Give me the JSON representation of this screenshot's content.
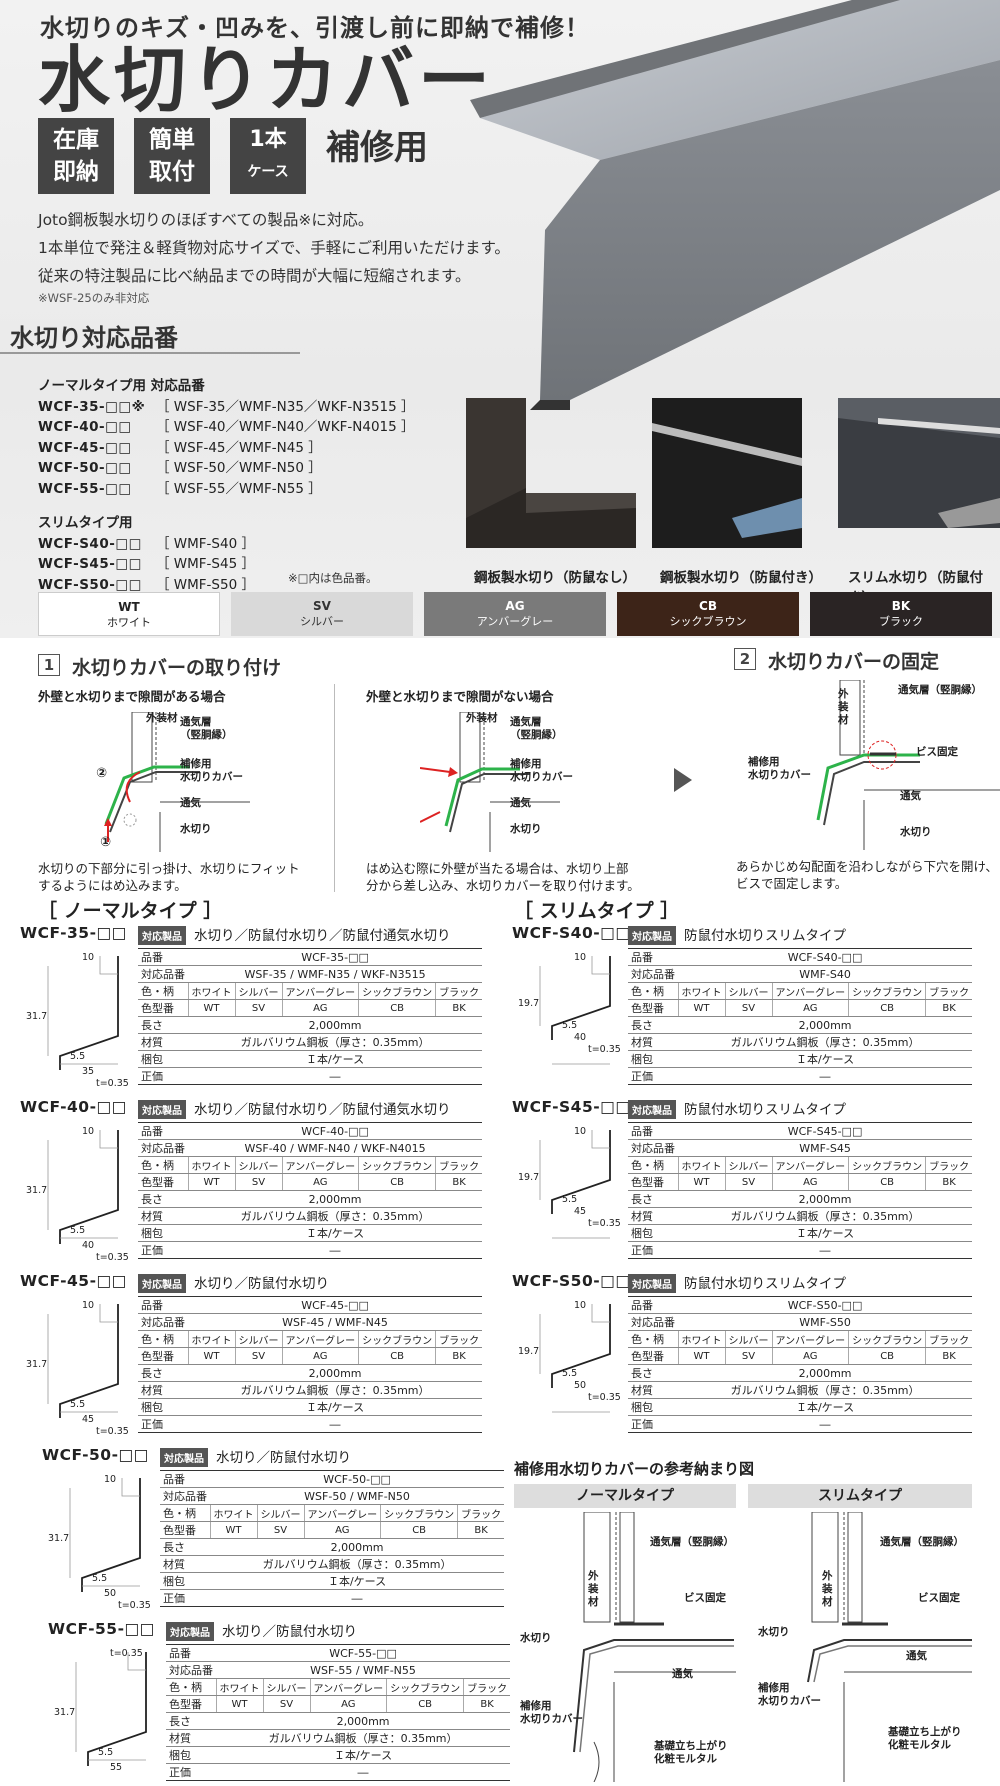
{
  "hero": {
    "tagline": "水切りのキズ・凹みを、引渡し前に即納で補修！",
    "title": "水切りカバー",
    "badges": [
      {
        "line1": "在庫",
        "line2": "即納"
      },
      {
        "line1": "簡単",
        "line2": "取付"
      },
      {
        "line1": "1本",
        "line2": "ケース"
      }
    ],
    "repair_label": "補修用",
    "intro": [
      "Joto鋼板製水切りのほぼすべての製品※に対応。",
      "1本単位で発注＆軽貨物対応サイズで、手軽にご利用いただけます。",
      "従来の特注製品に比べ納品までの時間が大幅に短縮されます。"
    ],
    "note": "※WSF-25のみ非対応"
  },
  "compat": {
    "title": "水切り対応品番",
    "normal_header": "ノーマルタイプ用  対応品番",
    "normal": [
      {
        "code": "WCF-35-□□※",
        "compat": "［ WSF-35／WMF-N35／WKF-N3515 ］"
      },
      {
        "code": "WCF-40-□□",
        "compat": "［ WSF-40／WMF-N40／WKF-N4015 ］"
      },
      {
        "code": "WCF-45-□□",
        "compat": "［ WSF-45／WMF-N45 ］"
      },
      {
        "code": "WCF-50-□□",
        "compat": "［ WSF-50／WMF-N50 ］"
      },
      {
        "code": "WCF-55-□□",
        "compat": "［ WSF-55／WMF-N55 ］"
      }
    ],
    "slim_header": "スリムタイプ用",
    "slim": [
      {
        "code": "WCF-S40-□□",
        "compat": "［ WMF-S40 ］"
      },
      {
        "code": "WCF-S45-□□",
        "compat": "［ WMF-S45 ］"
      },
      {
        "code": "WCF-S50-□□",
        "compat": "［ WMF-S50 ］"
      }
    ],
    "note": "※□内は色品番。",
    "photo_captions": [
      "鋼板製水切り（防鼠なし）",
      "鋼板製水切り（防鼠付き）",
      "スリム水切り（防鼠付き）"
    ]
  },
  "colors": [
    {
      "code": "WT",
      "name": "ホワイト",
      "bg": "#ffffff",
      "fg": "#222222"
    },
    {
      "code": "SV",
      "name": "シルバー",
      "bg": "#d9d9d9",
      "fg": "#333333"
    },
    {
      "code": "AG",
      "name": "アンバーグレー",
      "bg": "#7a7a7a",
      "fg": "#ffffff"
    },
    {
      "code": "CB",
      "name": "シックブラウン",
      "bg": "#3d2418",
      "fg": "#ffffff"
    },
    {
      "code": "BK",
      "name": "ブラック",
      "bg": "#2a2424",
      "fg": "#ffffff"
    }
  ],
  "install": {
    "step1": {
      "num": "1",
      "title": "水切りカバーの取り付け"
    },
    "case_a": {
      "title": "外壁と水切りまで隙間がある場合",
      "caption": [
        "水切りの下部分に引っ掛け、水切りにフィット",
        "するようにはめ込みます。"
      ]
    },
    "case_b": {
      "title": "外壁と水切りまで隙間がない場合",
      "caption": [
        "はめ込む際に外壁が当たる場合は、水切り上部",
        "分から差し込み、水切りカバーを取り付けます。"
      ]
    },
    "step2": {
      "num": "2",
      "title": "水切りカバーの固定",
      "caption": [
        "あらかじめ勾配面を沿わしながら下穴を開け、",
        "ビスで固定します。"
      ]
    },
    "labels": {
      "wall": "外装材",
      "vent_layer": "通気層",
      "vent_layer_sub": "（竪胴縁）",
      "cover": "補修用",
      "cover2": "水切りカバー",
      "vent": "通気",
      "flashing": "水切り",
      "screw": "ビス固定",
      "n1": "①",
      "n2": "②"
    }
  },
  "spec_labels": {
    "part": "品番",
    "compat": "対応品番",
    "color": "色・柄",
    "color_code": "色型番",
    "length": "長さ",
    "material": "材質",
    "pack": "梱包",
    "price": "正価",
    "length_val": "2,000mm",
    "material_val": "ガルバリウム鋼板（厚さ：0.35mm）",
    "pack_val": "Ｉ本/ケース",
    "price_val": "―",
    "color_names": [
      "ホワイト",
      "シルバー",
      "アンバーグレー",
      "シックブラウン",
      "ブラック"
    ],
    "color_codes": [
      "WT",
      "SV",
      "AG",
      "CB",
      "BK"
    ],
    "tag": "対応製品"
  },
  "normal_type": {
    "heading": "［ ノーマルタイプ ］",
    "products": [
      {
        "model": "WCF-35-□□",
        "desc": "水切り／防鼠付水切り／防鼠付通気水切り",
        "part": "WCF-35-□□",
        "compat": "WSF-35 / WMF-N35 / WKF-N3515",
        "dims": {
          "top": "10",
          "height": "31.7",
          "lip": "5.5",
          "width": "35",
          "t": "t=0.35"
        }
      },
      {
        "model": "WCF-40-□□",
        "desc": "水切り／防鼠付水切り／防鼠付通気水切り",
        "part": "WCF-40-□□",
        "compat": "WSF-40 / WMF-N40 / WKF-N4015",
        "dims": {
          "top": "10",
          "height": "31.7",
          "lip": "5.5",
          "width": "40",
          "t": "t=0.35"
        }
      },
      {
        "model": "WCF-45-□□",
        "desc": "水切り／防鼠付水切り",
        "part": "WCF-45-□□",
        "compat": "WSF-45 / WMF-N45",
        "dims": {
          "top": "10",
          "height": "31.7",
          "lip": "5.5",
          "width": "45",
          "t": "t=0.35"
        }
      },
      {
        "model": "WCF-50-□□",
        "desc": "水切り／防鼠付水切り",
        "part": "WCF-50-□□",
        "compat": "WSF-50 / WMF-N50",
        "dims": {
          "top": "10",
          "height": "31.7",
          "lip": "5.5",
          "width": "50",
          "t": "t=0.35"
        }
      },
      {
        "model": "WCF-55-□□",
        "desc": "水切り／防鼠付水切り",
        "part": "WCF-55-□□",
        "compat": "WSF-55 / WMF-N55",
        "dims": {
          "top": "t=0.35",
          "height": "31.7",
          "lip": "5.5",
          "width": "55",
          "t": ""
        }
      }
    ]
  },
  "slim_type": {
    "heading": "［ スリムタイプ ］",
    "products": [
      {
        "model": "WCF-S40-□□",
        "desc": "防鼠付水切りスリムタイプ",
        "part": "WCF-S40-□□",
        "compat": "WMF-S40",
        "dims": {
          "top": "10",
          "height": "19.7",
          "lip": "5.5",
          "width": "40",
          "t": "t=0.35"
        }
      },
      {
        "model": "WCF-S45-□□",
        "desc": "防鼠付水切りスリムタイプ",
        "part": "WCF-S45-□□",
        "compat": "WMF-S45",
        "dims": {
          "top": "10",
          "height": "19.7",
          "lip": "5.5",
          "width": "45",
          "t": "t=0.35"
        }
      },
      {
        "model": "WCF-S50-□□",
        "desc": "防鼠付水切りスリムタイプ",
        "part": "WCF-S50-□□",
        "compat": "WMF-S50",
        "dims": {
          "top": "10",
          "height": "19.7",
          "lip": "5.5",
          "width": "50",
          "t": "t=0.35"
        }
      }
    ]
  },
  "reference": {
    "title": "補修用水切りカバーの参考納まり図",
    "normal_label": "ノーマルタイプ",
    "slim_label": "スリムタイプ",
    "labels": {
      "vent_layer": "通気層（竪胴縁）",
      "wall": "外装材",
      "screw": "ビス固定",
      "flashing": "水切り",
      "vent": "通気",
      "cover1": "補修用",
      "cover2": "水切りカバー",
      "base1": "基礎立ち上がり",
      "base2": "化粧モルタル"
    }
  }
}
